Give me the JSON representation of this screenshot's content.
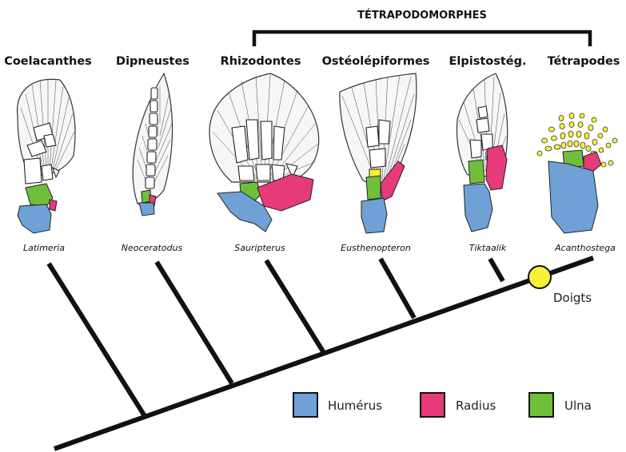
{
  "group_label": "TÉTRAPODOMORPHES",
  "taxa": [
    {
      "name": "Coelacanthes",
      "genus": "Latimeria"
    },
    {
      "name": "Dipneustes",
      "genus": "Neoceratodus"
    },
    {
      "name": "Rhizodontes",
      "genus": "Sauripterus"
    },
    {
      "name": "Ostéolépiformes",
      "genus": "Eusthenopteron"
    },
    {
      "name": "Elpistostég.",
      "genus": "Tiktaalik"
    },
    {
      "name": "Tétrapodes",
      "genus": "Acanthostega"
    }
  ],
  "node_label": "Doigts",
  "legend": [
    {
      "label": "Humérus",
      "color": "#6fa1d6"
    },
    {
      "label": "Radius",
      "color": "#e63a7a"
    },
    {
      "label": "Ulna",
      "color": "#6fbf3a"
    }
  ],
  "colors": {
    "humerus": "#6fa1d6",
    "radius": "#e63a7a",
    "ulna": "#6fbf3a",
    "digits": "#f7f038",
    "node": "#f7f038",
    "branches": "#111111"
  }
}
